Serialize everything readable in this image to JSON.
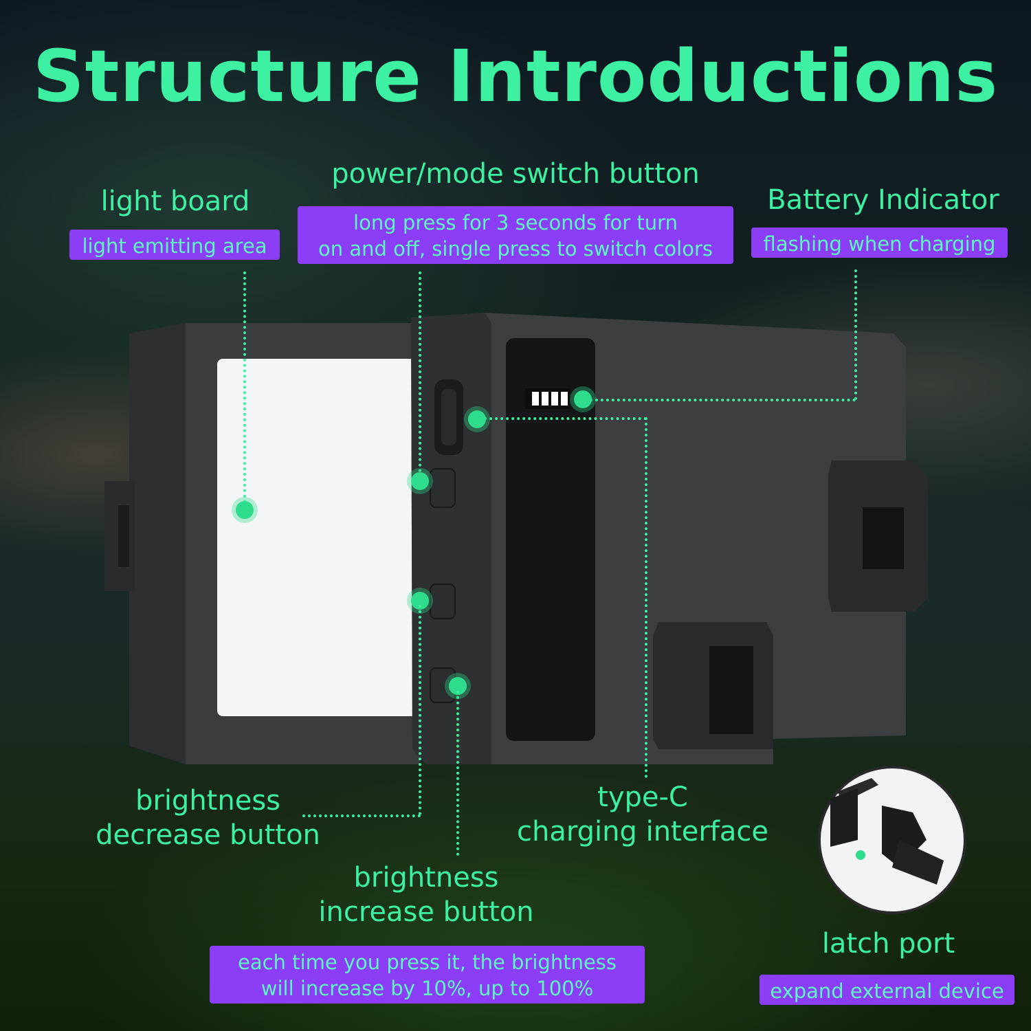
{
  "title": "Structure Introductions",
  "callouts": {
    "light_board": {
      "label": "light board",
      "note": "light emitting area"
    },
    "power_mode": {
      "label": "power/mode switch button",
      "note_line1": "long press for 3 seconds for turn",
      "note_line2": "on and off, single press to switch colors"
    },
    "battery": {
      "label": "Battery Indicator",
      "note": "flashing when charging"
    },
    "decrease": {
      "label_line1": "brightness",
      "label_line2": "decrease button"
    },
    "type_c": {
      "label_line1": "type-C",
      "label_line2": "charging interface"
    },
    "increase": {
      "label_line1": "brightness",
      "label_line2": "increase button",
      "note_line1": "each time you press it, the brightness",
      "note_line2": "will increase by 10%, up to 100%"
    },
    "latch": {
      "label": "latch port",
      "note": "expand external device"
    }
  },
  "colors": {
    "accent": "#3ef0a2",
    "badge_bg": "#8b3ef5",
    "device": "#3a3b3d"
  }
}
